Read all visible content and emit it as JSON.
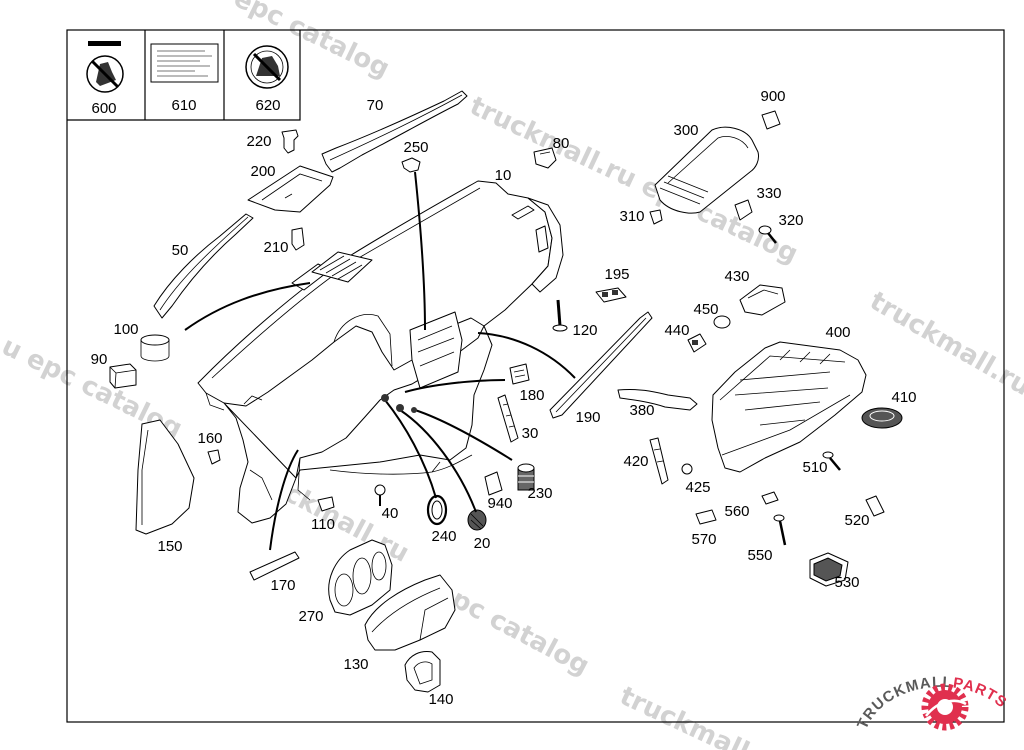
{
  "callouts": {
    "p600": "600",
    "p610": "610",
    "p620": "620",
    "p10": "10",
    "p20": "20",
    "p30": "30",
    "p40": "40",
    "p50": "50",
    "p70": "70",
    "p80": "80",
    "p90": "90",
    "p100": "100",
    "p110": "110",
    "p120": "120",
    "p130": "130",
    "p140": "140",
    "p150": "150",
    "p160": "160",
    "p170": "170",
    "p180": "180",
    "p190": "190",
    "p195": "195",
    "p200": "200",
    "p210": "210",
    "p220": "220",
    "p230": "230",
    "p240": "240",
    "p250": "250",
    "p270": "270",
    "p300": "300",
    "p310": "310",
    "p320": "320",
    "p330": "330",
    "p380": "380",
    "p400": "400",
    "p410": "410",
    "p420": "420",
    "p425": "425",
    "p430": "430",
    "p440": "440",
    "p450": "450",
    "p510": "510",
    "p520": "520",
    "p530": "530",
    "p550": "550",
    "p560": "560",
    "p570": "570",
    "p900": "900",
    "p940": "940"
  },
  "watermarks": [
    "epc catalog",
    "truckmall.ru   epc catalog",
    "u epc catalog",
    "truckmall.ru e",
    "truckmall.ru",
    "epc catalog",
    "truckmall.ru"
  ],
  "logo": {
    "part1": "TRUCKMALL",
    "part2": "PARTS"
  },
  "colors": {
    "line": "#000000",
    "watermark": "#d2d2d2",
    "logo_red": "#e0304e",
    "logo_gray": "#5a5a5a"
  }
}
